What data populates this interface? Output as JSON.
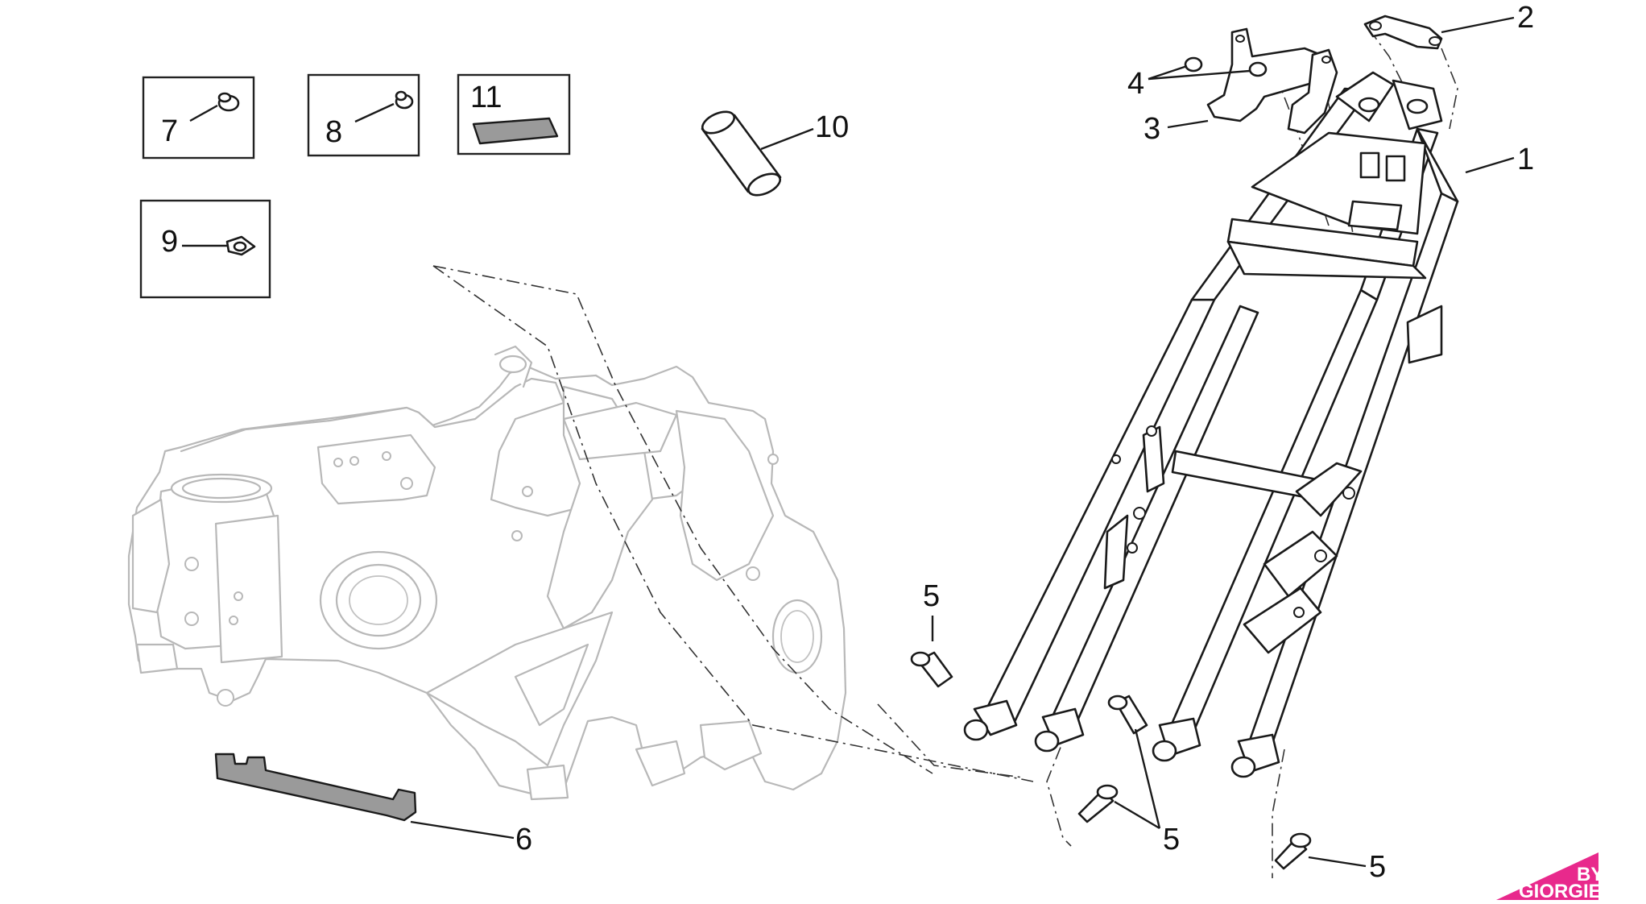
{
  "callouts": {
    "c1": "1",
    "c2": "2",
    "c3": "3",
    "c4": "4",
    "c5_a": "5",
    "c5_b": "5",
    "c5_c": "5",
    "c6": "6",
    "c7": "7",
    "c8": "8",
    "c9": "9",
    "c10": "10",
    "c11": "11"
  },
  "watermark": {
    "line1": "BY",
    "line2": "GIORGIE",
    "color": "#e8298c"
  },
  "colors": {
    "outline": "#1a1a1a",
    "ghost_outline": "#b8b8b8",
    "part_fill_gray": "#9a9a9a"
  }
}
